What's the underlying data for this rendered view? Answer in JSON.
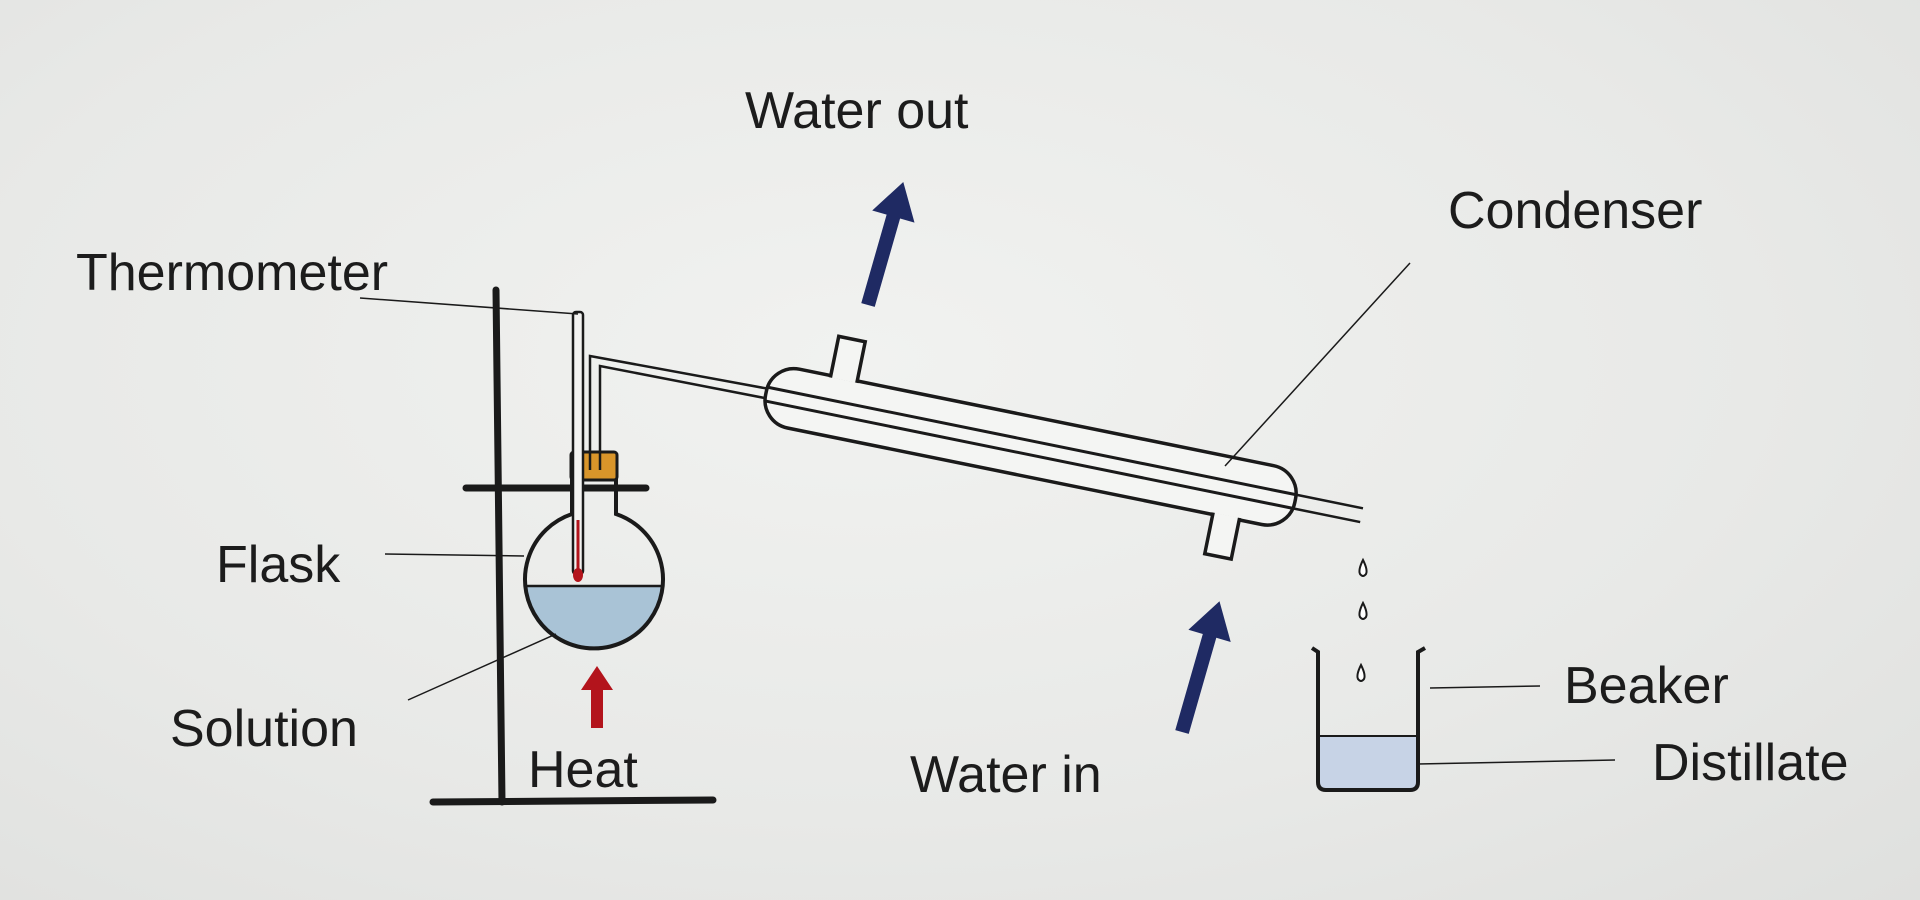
{
  "labels": {
    "water_out": "Water out",
    "condenser": "Condenser",
    "thermometer": "Thermometer",
    "flask": "Flask",
    "solution": "Solution",
    "heat": "Heat",
    "water_in": "Water in",
    "beaker": "Beaker",
    "distillate": "Distillate"
  },
  "colors": {
    "background": "#ecedeb",
    "line": "#1a1a1a",
    "water_arrow": "#1f2a63",
    "heat_arrow": "#b3141c",
    "solution_fill": "#a9c3d6",
    "distillate_fill": "#c7d3e6",
    "stopper": "#d9952a",
    "thermometer_bulb": "#b3141c"
  },
  "icons": {
    "water_out_arrow": "arrow-up-icon",
    "water_in_arrow": "arrow-up-icon",
    "heat_arrow": "arrow-up-icon"
  }
}
